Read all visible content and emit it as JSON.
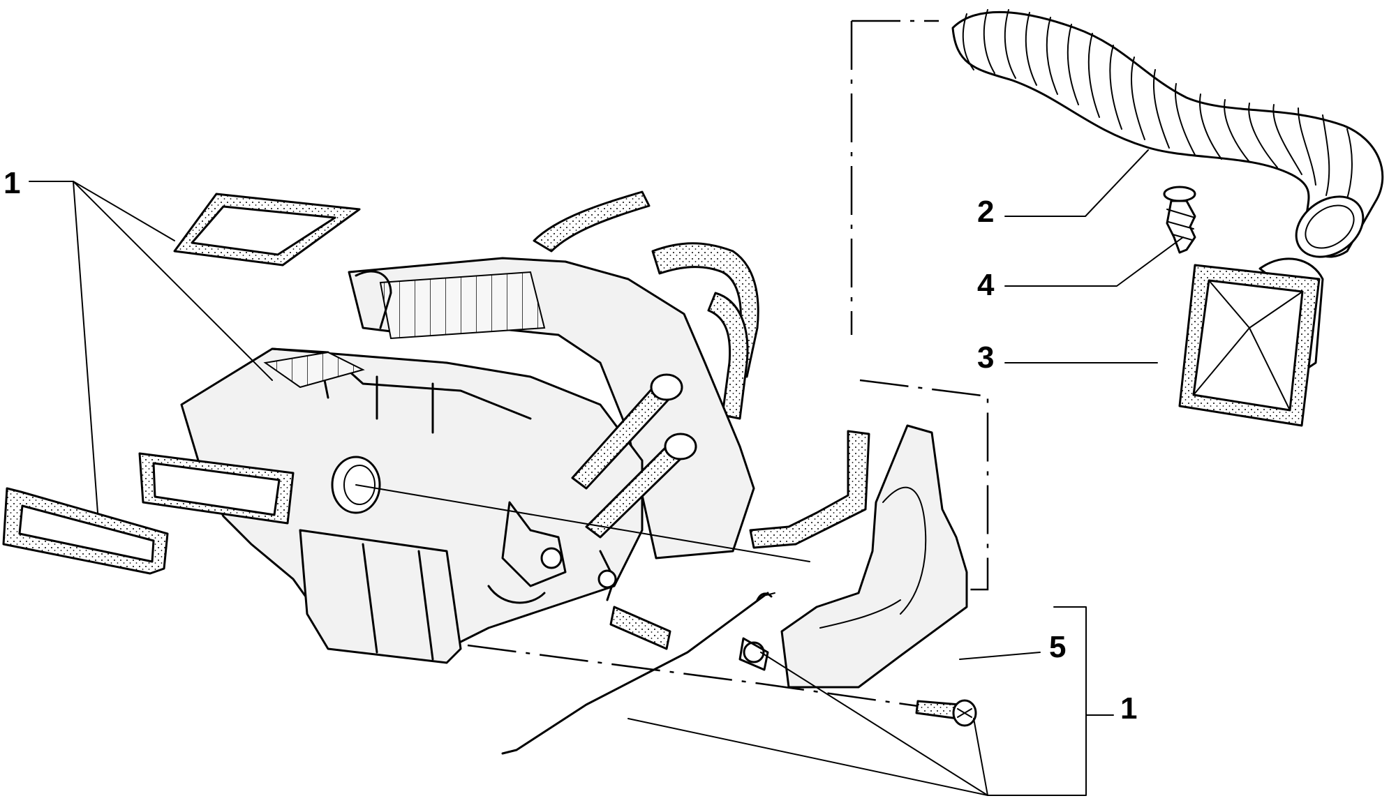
{
  "diagram": {
    "callouts": [
      {
        "id": "c1a",
        "text": "1"
      },
      {
        "id": "c2",
        "text": "2"
      },
      {
        "id": "c4",
        "text": "4"
      },
      {
        "id": "c3",
        "text": "3"
      },
      {
        "id": "c5",
        "text": "5"
      },
      {
        "id": "c1b",
        "text": "1"
      }
    ]
  }
}
